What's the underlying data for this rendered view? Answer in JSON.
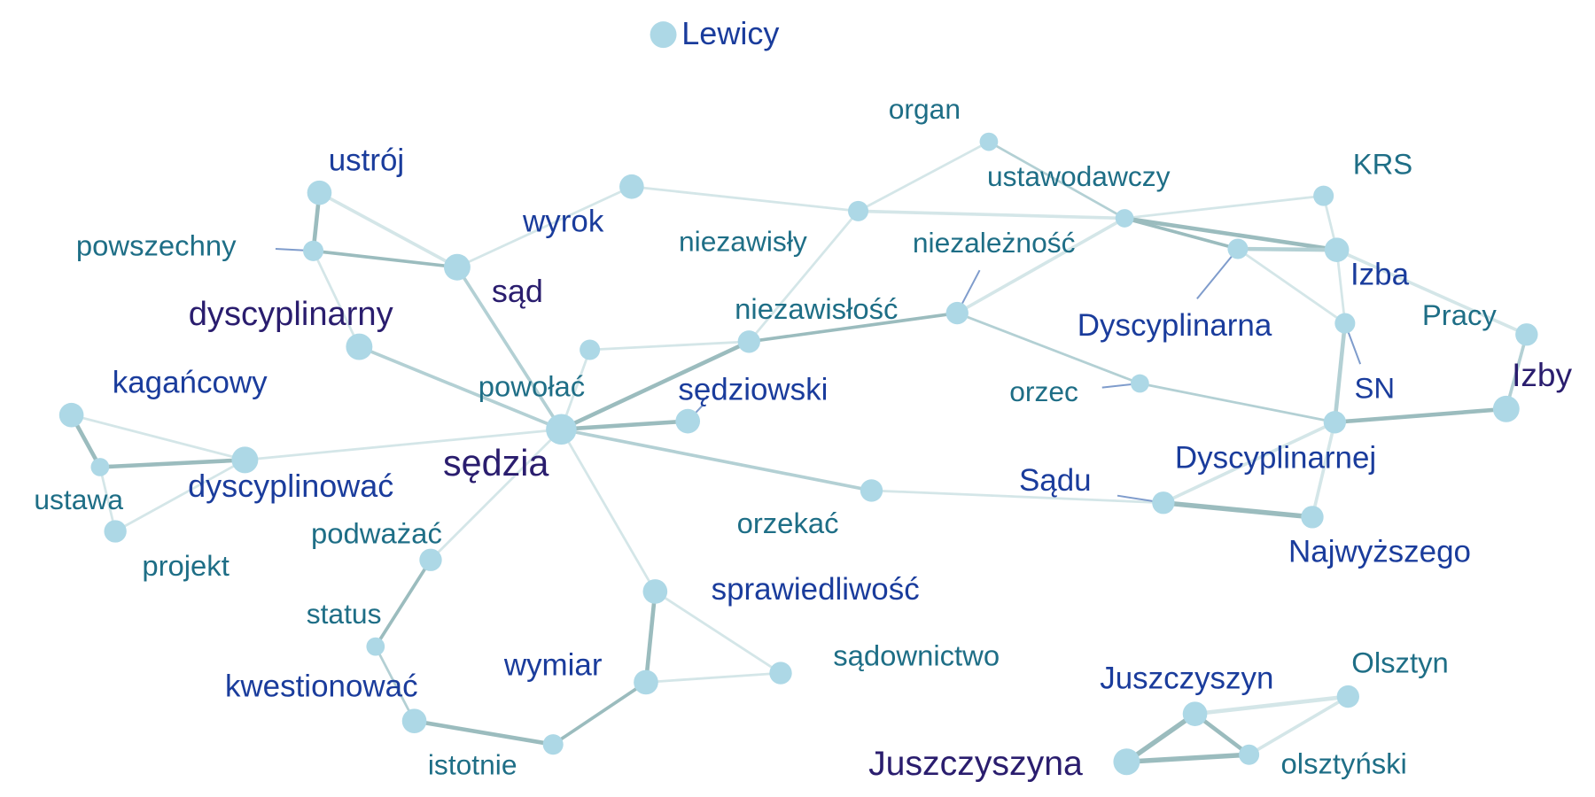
{
  "colors": {
    "node_fill": "#add8e6",
    "edge_light": "#d4e6e8",
    "edge_mid": "#b3d0d4",
    "edge_dark": "#9bbcbe",
    "label_teal": "#1e6e86",
    "label_blue": "#1a3c9c",
    "label_navy": "#2a1d6e",
    "leader_line": "#7f9ccc"
  },
  "nodes": [
    {
      "id": "lewicy",
      "label": "Lewicy"
    },
    {
      "id": "organ",
      "label": "organ"
    },
    {
      "id": "ustroj",
      "label": "ustrój"
    },
    {
      "id": "krs",
      "label": "KRS"
    },
    {
      "id": "ustawodawczy",
      "label": "ustawodawczy"
    },
    {
      "id": "wyrok",
      "label": "wyrok"
    },
    {
      "id": "powszechny",
      "label": "powszechny"
    },
    {
      "id": "niezawisly",
      "label": "niezawisły"
    },
    {
      "id": "niezaleznosc",
      "label": "niezależność"
    },
    {
      "id": "izba",
      "label": "Izba"
    },
    {
      "id": "sad",
      "label": "sąd"
    },
    {
      "id": "dyscyplinarny",
      "label": "dyscyplinarny"
    },
    {
      "id": "niezawislosc",
      "label": "niezawisłość"
    },
    {
      "id": "pracy",
      "label": "Pracy"
    },
    {
      "id": "dyscyplinarna",
      "label": "Dyscyplinarna"
    },
    {
      "id": "izby",
      "label": "Izby"
    },
    {
      "id": "kagancowy",
      "label": "kagańcowy"
    },
    {
      "id": "powolac",
      "label": "powołać"
    },
    {
      "id": "sedziowski",
      "label": "sędziowski"
    },
    {
      "id": "orzec",
      "label": "orzec"
    },
    {
      "id": "sn",
      "label": "SN"
    },
    {
      "id": "dyscyplinarnej",
      "label": "Dyscyplinarnej"
    },
    {
      "id": "sedzia",
      "label": "sędzia"
    },
    {
      "id": "dyscyplinowac",
      "label": "dyscyplinować"
    },
    {
      "id": "sadu",
      "label": "Sądu"
    },
    {
      "id": "ustawa",
      "label": "ustawa"
    },
    {
      "id": "orzekac",
      "label": "orzekać"
    },
    {
      "id": "podwazac",
      "label": "podważać"
    },
    {
      "id": "najwyzszego",
      "label": "Najwyższego"
    },
    {
      "id": "projekt",
      "label": "projekt"
    },
    {
      "id": "sprawiedliwosc",
      "label": "sprawiedliwość"
    },
    {
      "id": "status",
      "label": "status"
    },
    {
      "id": "sadownictwo",
      "label": "sądownictwo"
    },
    {
      "id": "olsztyn",
      "label": "Olsztyn"
    },
    {
      "id": "wymiar",
      "label": "wymiar"
    },
    {
      "id": "juszczyszyn",
      "label": "Juszczyszyn"
    },
    {
      "id": "kwestionowac",
      "label": "kwestionować"
    },
    {
      "id": "juszczyszyna",
      "label": "Juszczyszyna"
    },
    {
      "id": "istotnie",
      "label": "istotnie"
    },
    {
      "id": "olsztynski",
      "label": "olsztyński"
    }
  ]
}
